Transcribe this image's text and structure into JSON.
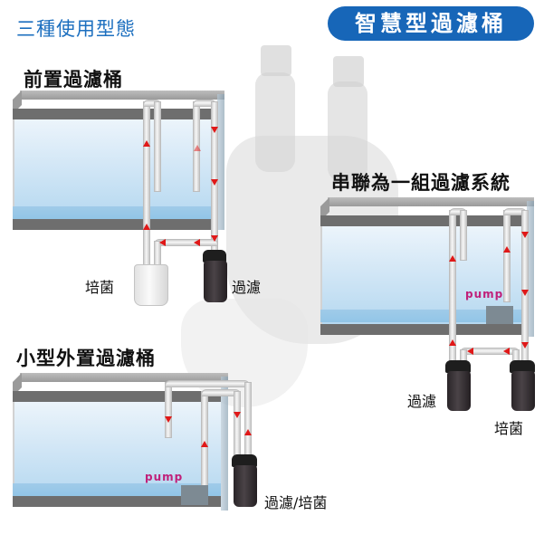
{
  "header": {
    "subtitle": "三種使用型態",
    "badge": "智慧型過濾桶"
  },
  "brand_colors": {
    "accent_blue": "#1766b8",
    "subtitle_blue": "#1c6fbf",
    "flow_arrow_red": "#e01818",
    "pump_label_magenta": "#c0207a"
  },
  "setups": [
    {
      "title": "前置過濾桶",
      "labels": {
        "left_canister": "培菌",
        "right_canister": "過濾"
      }
    },
    {
      "title": "串聯為一組過濾系統",
      "labels": {
        "pump": "pump",
        "left_canister": "過濾",
        "right_canister": "培菌"
      }
    },
    {
      "title": "小型外置過濾桶",
      "labels": {
        "pump": "pump",
        "canister": "過濾/培菌"
      }
    }
  ]
}
